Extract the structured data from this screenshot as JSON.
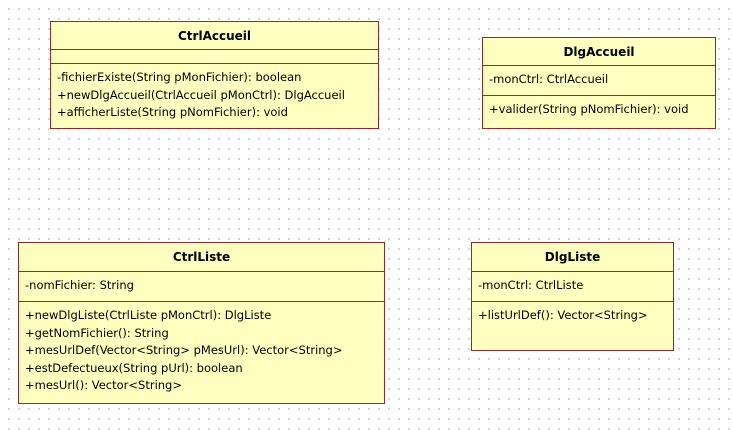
{
  "classes": {
    "ctrl_accueil": {
      "name": "CtrlAccueil",
      "attributes": [],
      "operations": [
        "-fichierExiste(String pMonFichier): boolean",
        "+newDlgAccueil(CtrlAccueil pMonCtrl): DlgAccueil",
        "+afficherListe(String pNomFichier): void"
      ]
    },
    "dlg_accueil": {
      "name": "DlgAccueil",
      "attributes": [
        "-monCtrl: CtrlAccueil"
      ],
      "operations": [
        "+valider(String pNomFichier): void"
      ]
    },
    "ctrl_liste": {
      "name": "CtrlListe",
      "attributes": [
        "-nomFichier: String"
      ],
      "operations": [
        "+newDlgListe(CtrlListe pMonCtrl): DlgListe",
        "+getNomFichier(): String",
        "+mesUrlDef(Vector<String> pMesUrl): Vector<String>",
        "+estDefectueux(String pUrl): boolean",
        "+mesUrl(): Vector<String>"
      ]
    },
    "dlg_liste": {
      "name": "DlgListe",
      "attributes": [
        "-monCtrl: CtrlListe"
      ],
      "operations": [
        "+listUrlDef(): Vector<String>"
      ]
    }
  },
  "colors": {
    "class_fill": "#ffffc0",
    "class_border": "#8b2d2d",
    "grid_dot": "#c8c8c8"
  }
}
